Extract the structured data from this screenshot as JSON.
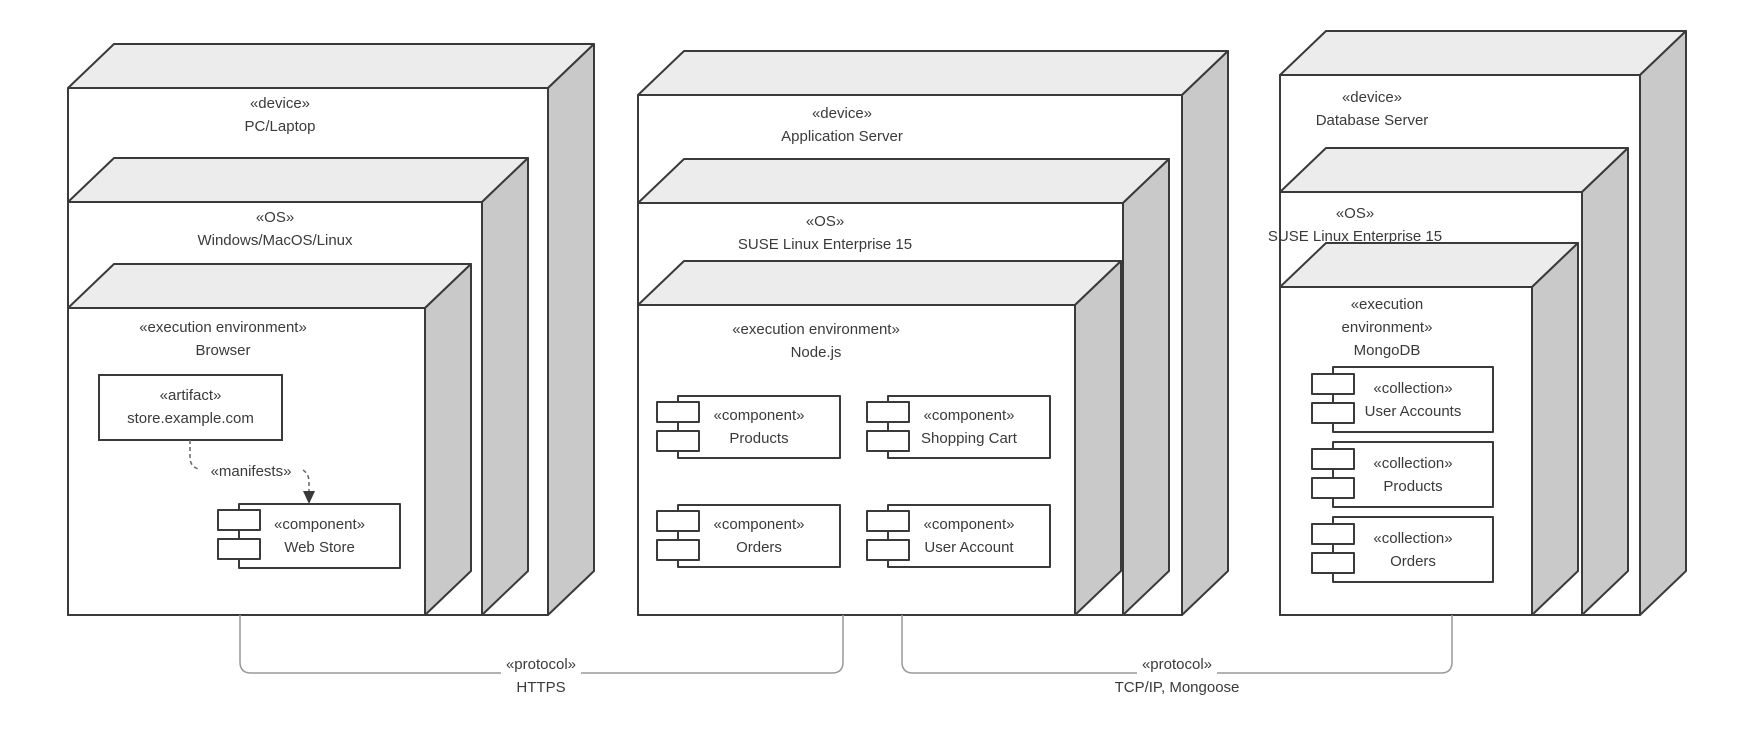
{
  "colors": {
    "top_face": "#ececec",
    "side_face": "#c9c9c9",
    "front_face": "#ffffff",
    "border": "#3a3a3a",
    "connector_line": "#999999",
    "text": "#3a3a3a"
  },
  "nodes": {
    "pc": {
      "device": {
        "stereotype": "«device»",
        "name": "PC/Laptop"
      },
      "os": {
        "stereotype": "«OS»",
        "name": "Windows/MacOS/Linux"
      },
      "env": {
        "stereotype": "«execution environment»",
        "name": "Browser"
      },
      "artifact": {
        "stereotype": "«artifact»",
        "name": "store.example.com"
      },
      "manifests": {
        "label": "«manifests»"
      },
      "components": [
        {
          "stereotype": "«component»",
          "name": "Web Store"
        }
      ]
    },
    "app_server": {
      "device": {
        "stereotype": "«device»",
        "name": "Application Server"
      },
      "os": {
        "stereotype": "«OS»",
        "name": "SUSE Linux Enterprise 15"
      },
      "env": {
        "stereotype": "«execution environment»",
        "name": "Node.js"
      },
      "components": [
        {
          "stereotype": "«component»",
          "name": "Products"
        },
        {
          "stereotype": "«component»",
          "name": "Shopping Cart"
        },
        {
          "stereotype": "«component»",
          "name": "Orders"
        },
        {
          "stereotype": "«component»",
          "name": "User Account"
        }
      ]
    },
    "db_server": {
      "device": {
        "stereotype": "«device»",
        "name": "Database Server"
      },
      "os": {
        "stereotype": "«OS»",
        "name": "SUSE Linux Enterprise 15"
      },
      "env": {
        "stereotype": "«execution environment»",
        "name": "MongoDB"
      },
      "collections": [
        {
          "stereotype": "«collection»",
          "name": "User Accounts"
        },
        {
          "stereotype": "«collection»",
          "name": "Products"
        },
        {
          "stereotype": "«collection»",
          "name": "Orders"
        }
      ]
    }
  },
  "connectors": [
    {
      "stereotype": "«protocol»",
      "name": "HTTPS"
    },
    {
      "stereotype": "«protocol»",
      "name": "TCP/IP, Mongoose"
    }
  ]
}
